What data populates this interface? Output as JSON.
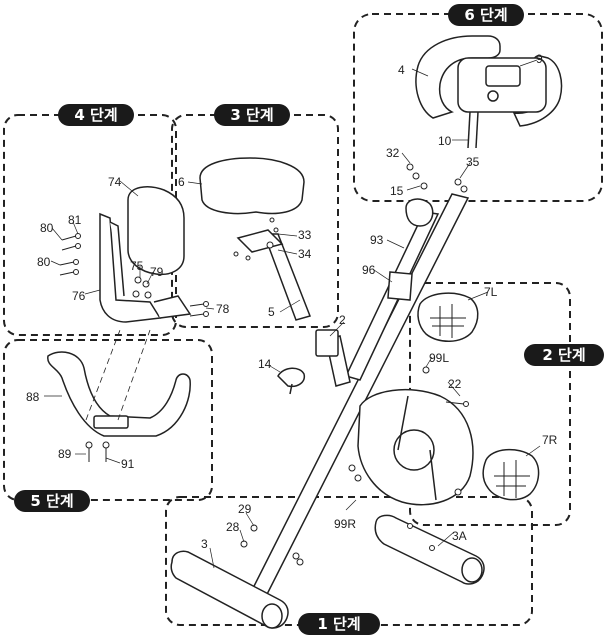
{
  "steps": {
    "step1": "1 단계",
    "step2": "2 단계",
    "step3": "3 단계",
    "step4": "4 단계",
    "step5": "5 단계",
    "step6": "6 단계"
  },
  "parts": {
    "p2": "2",
    "p3": "3",
    "p3a": "3A",
    "p4": "4",
    "p5": "5",
    "p6": "6",
    "p7l": "7L",
    "p7r": "7R",
    "p9": "9",
    "p10": "10",
    "p14": "14",
    "p15": "15",
    "p22": "22",
    "p28": "28",
    "p29": "29",
    "p32": "32",
    "p33": "33",
    "p34": "34",
    "p35": "35",
    "p74": "74",
    "p75": "75",
    "p76": "76",
    "p78": "78",
    "p79": "79",
    "p80a": "80",
    "p80b": "80",
    "p81": "81",
    "p88": "88",
    "p89": "89",
    "p91": "91",
    "p93": "93",
    "p96": "96",
    "p99l": "99L",
    "p99r": "99R"
  },
  "colors": {
    "line": "#222222",
    "pill_bg": "#1a1a1a",
    "pill_text": "#ffffff"
  }
}
